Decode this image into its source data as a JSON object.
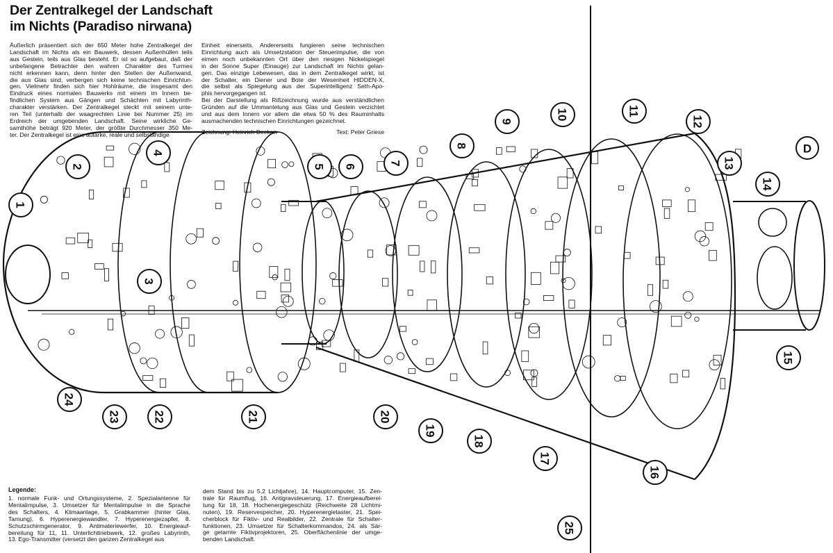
{
  "title_lines": [
    "Der Zentralkegel der Landschaft",
    "im Nichts (Paradiso nirwana)"
  ],
  "intro_left": [
    "Äußerlich präsentiert sich der 650 Meter hohe Zentralkegel der",
    "Landschaft im Nichts als ein Bauwerk, dessen Außenhüllen teils",
    "aus Gestein, teils aus Glas besteht. Er ist so aufgebaut, daß der",
    "unbefangene Betrachter den wahren Charakter des Turmes",
    "nicht erkennen kann, denn hinter den Stellen der Außenwand,",
    "die aus Glas sind, verbergen sich keine technischen Einrichtun-",
    "gen. Vielmehr finden sich hier Hohlräume, die insgesamt den",
    "Eindruck eines normalen Bauwerks mit einem im Innern be-",
    "findlichen System aus Gängen und Schächten mit Labyrinth-",
    "charakter verstärken. Der Zentralkegel steckt mit seinem unte-",
    "ren Teil (unterhalb der waagrechten Linie bei Nummer 25) im",
    "Erdreich der umgebenden Landschaft. Seine wirkliche Ge-",
    "samthöhe beträgt 920 Meter, der größte Durchmesser 350 Me-",
    "ter. Der Zentralkegel ist eine autarke, reale und selbständige"
  ],
  "intro_right": [
    "Einheit einerseits. Andererseits fungieren seine technischen",
    "Einrichtung auch als Umsetzstation der Steuerimpulse, die von",
    "eimen noch unbekannten Ort über den riesigen Nickelspiegel",
    "in der Sonne Super (Einauge) zur Landschaft im Nichts gelan-",
    "gen. Das einzige Lebewesen, das in dem Zentralkegel wirkt, ist",
    "der Schalter, ein Diener und Bote der Wesenheit HIDDEN-X,",
    "die selbst als Spiegelung aus der Superintelligenz Seth-Apo-",
    "phis hervorgegangen ist.",
    "Bei der Darstellung als Rißzeichnung wurde aus verständlichen",
    "Gründen auf die Ummantelung aus Glas und Gestein verzichtet",
    "und aus dem Innern vor allem die etwa 50 % des Rauminhalts",
    "ausmachenden technischen Einrichtungen gezeichnet."
  ],
  "credits": {
    "drawing": "Zeichnung: Heinrich Deeken",
    "text": "Text: Peter Griese"
  },
  "legend": {
    "heading": "Legende:",
    "left_lines": [
      "1. normale Funk- und Ortungssysteme, 2. Spezialantenne für",
      "Mentalimpulse, 3. Umsetzer für Mentalimpulse in die Sprache",
      "des Schalters, 4. Klimaanlage, 5. Grabkammer (hinter Glas,",
      "Tarnung), 6. Hyperenergiewandler, 7. Hyperenergiezapfer, 8.",
      "Schutzschirmgenerator, 9. Antimateriewerfer, 10. Energieauf-",
      "bereitung für 11, 11. Unterlichttriebwerk, 12. großes Labyrinth,",
      "13. Ego-Transmitter (versetzt den ganzen Zentralkegel aus"
    ],
    "right_lines": [
      "dem Stand bis zu 5,2 Lichtjahre), 14. Hauptcomputer, 15. Zen-",
      "trale für Raumflug, 16. Antigravsteuerung, 17. Energieaufberei-",
      "tung für 18, 18. Hochenergiegeschütz (Reichweite 28 Lichtmi-",
      "nuten), 19. Reservespeicher, 20. Hyperenergietaster, 21. Spei-",
      "cherblock für Fiktiv- und Realbilder, 22. Zentrale für Schalter-",
      "funktionen, 23. Umsetzer für Schalterkommandos, 24. als Sär-",
      "ge getarnte Fiktivprojektoren, 25. Oberflächenlinie der umge-",
      "benden Landschaft."
    ]
  },
  "callouts": [
    "1",
    "2",
    "3",
    "4",
    "5",
    "6",
    "7",
    "8",
    "9",
    "10",
    "11",
    "12",
    "13",
    "14",
    "15",
    "16",
    "17",
    "18",
    "19",
    "20",
    "21",
    "22",
    "23",
    "24",
    "25"
  ],
  "direction_marker": "D"
}
